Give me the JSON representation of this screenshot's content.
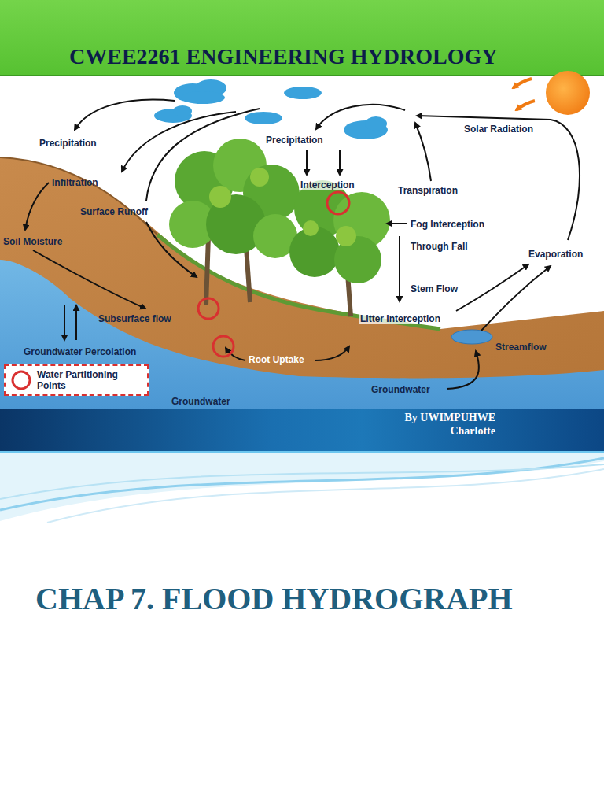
{
  "diagram": {
    "title": "CWEE2261 ENGINEERING HYDROLOGY",
    "nodes": [
      {
        "text": [
          "By UWIMPUHWE Charlotte"
        ]
      }
    ],
    "labels": [
      "Precipitation",
      "Precipitation",
      "Infiltration",
      "Surface Runoff",
      "Soil Moisture",
      "Subsurface flow",
      "Groundwater Percolation",
      "Interception",
      "Transpiration",
      "Solar Radiation",
      "Fog Interception",
      "Through Fall",
      "Stem Flow",
      "Evaporation",
      "Litter Interception",
      "Root Uptake",
      "Streamflow",
      "Groundwater",
      "Groundwater",
      "CHAP 7. FLOOD HYDROGRAPH"
    ],
    "legend": [
      {
        "text": "Water Partitioning Points"
      }
    ]
  }
}
